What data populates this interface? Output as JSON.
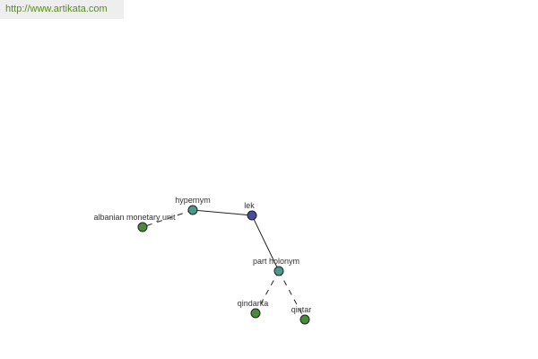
{
  "header": {
    "site_link": "http://www.artikata.com"
  },
  "graph": {
    "colors": {
      "root": "#4a4aa0",
      "relation": "#4a9a8a",
      "leaf": "#4a8a3a",
      "watermark_text": "#5a8a1f",
      "watermark_bg": "#eeeeee"
    },
    "nodes": [
      {
        "id": "lek",
        "label": "lek",
        "kind": "root"
      },
      {
        "id": "hypernym",
        "label": "hypernym",
        "kind": "relation"
      },
      {
        "id": "albanian",
        "label": "albanian monetary unit",
        "kind": "leaf"
      },
      {
        "id": "partholonym",
        "label": "part holonym",
        "kind": "relation"
      },
      {
        "id": "qindarka",
        "label": "qindarka",
        "kind": "leaf"
      },
      {
        "id": "qintar",
        "label": "qintar",
        "kind": "leaf"
      }
    ],
    "edges": [
      {
        "from": "lek",
        "to": "hypernym",
        "style": "solid"
      },
      {
        "from": "hypernym",
        "to": "albanian",
        "style": "dashed"
      },
      {
        "from": "lek",
        "to": "partholonym",
        "style": "solid"
      },
      {
        "from": "partholonym",
        "to": "qindarka",
        "style": "dashed"
      },
      {
        "from": "partholonym",
        "to": "qintar",
        "style": "dashed"
      }
    ]
  }
}
